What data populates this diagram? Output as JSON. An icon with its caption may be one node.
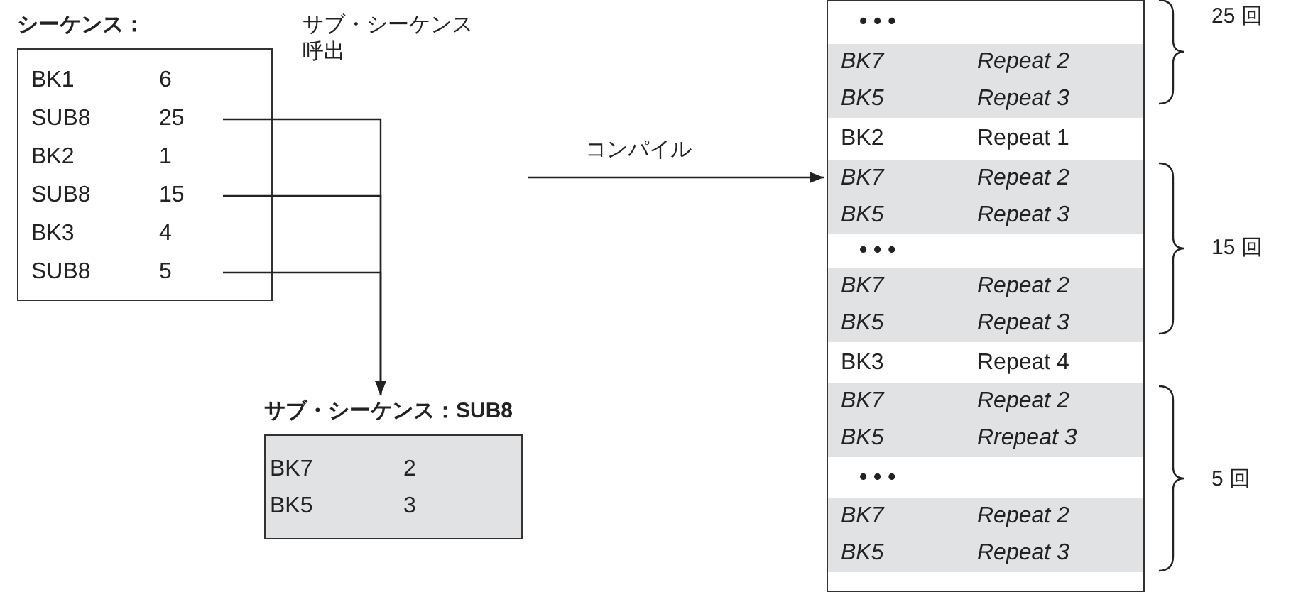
{
  "diagram": {
    "nodes": [
      {
        "text": [
          "シーケンス："
        ]
      },
      {
        "text": [
          "BK1",
          "6"
        ],
        "in": 0
      },
      {
        "text": [
          "SUB8",
          "25"
        ],
        "in": 0
      },
      {
        "text": [
          "BK2",
          "1"
        ],
        "in": 0
      },
      {
        "text": [
          "SUB8",
          "15"
        ],
        "in": 0
      },
      {
        "text": [
          "BK3",
          "4"
        ],
        "in": 0
      },
      {
        "text": [
          "SUB8",
          "5"
        ],
        "in": 0
      },
      {
        "text": [
          "サブ・シーケンス：SUB8"
        ]
      },
      {
        "text": [
          "BK7",
          "2"
        ],
        "in": 7
      },
      {
        "text": [
          "BK5",
          "3"
        ],
        "in": 7
      },
      {
        "text": [],
        "shape": "box"
      },
      {
        "text": [
          "• • •"
        ],
        "in": 10
      },
      {
        "text": [
          "BK7",
          "Repeat 2"
        ],
        "in": 10
      },
      {
        "text": [
          "BK5",
          "Repeat 3"
        ],
        "in": 10
      },
      {
        "text": [
          "BK2",
          "Repeat 1"
        ],
        "in": 10
      },
      {
        "text": [
          "BK7",
          "Repeat 2"
        ],
        "in": 10
      },
      {
        "text": [
          "BK5",
          "Repeat 3"
        ],
        "in": 10
      },
      {
        "text": [
          "• • •"
        ],
        "in": 10
      },
      {
        "text": [
          "BK7",
          "Repeat 2"
        ],
        "in": 10
      },
      {
        "text": [
          "BK5",
          "Repeat 3"
        ],
        "in": 10
      },
      {
        "text": [
          "BK3",
          "Repeat 4"
        ],
        "in": 10
      },
      {
        "text": [
          "BK7",
          "Repeat 2"
        ],
        "in": 10
      },
      {
        "text": [
          "BK5",
          "Rrepeat 3"
        ],
        "in": 10
      },
      {
        "text": [
          "• • •"
        ],
        "in": 10
      },
      {
        "text": [
          "BK7",
          "Repeat 2"
        ],
        "in": 10
      },
      {
        "text": [
          "BK5",
          "Repeat 3"
        ],
        "in": 10
      }
    ],
    "edges": [
      {
        "from": 2,
        "to": 7,
        "arrow": "to"
      },
      {
        "from": 4,
        "to": 7,
        "arrow": "to"
      },
      {
        "from": 6,
        "to": 7,
        "arrow": "to"
      },
      {
        "from": null,
        "to": 10,
        "arrow": "to",
        "label": "コンパイル"
      }
    ],
    "labels": [
      "サブ・シーケンス呼出",
      "25 回",
      "15 回",
      "5 回"
    ]
  }
}
